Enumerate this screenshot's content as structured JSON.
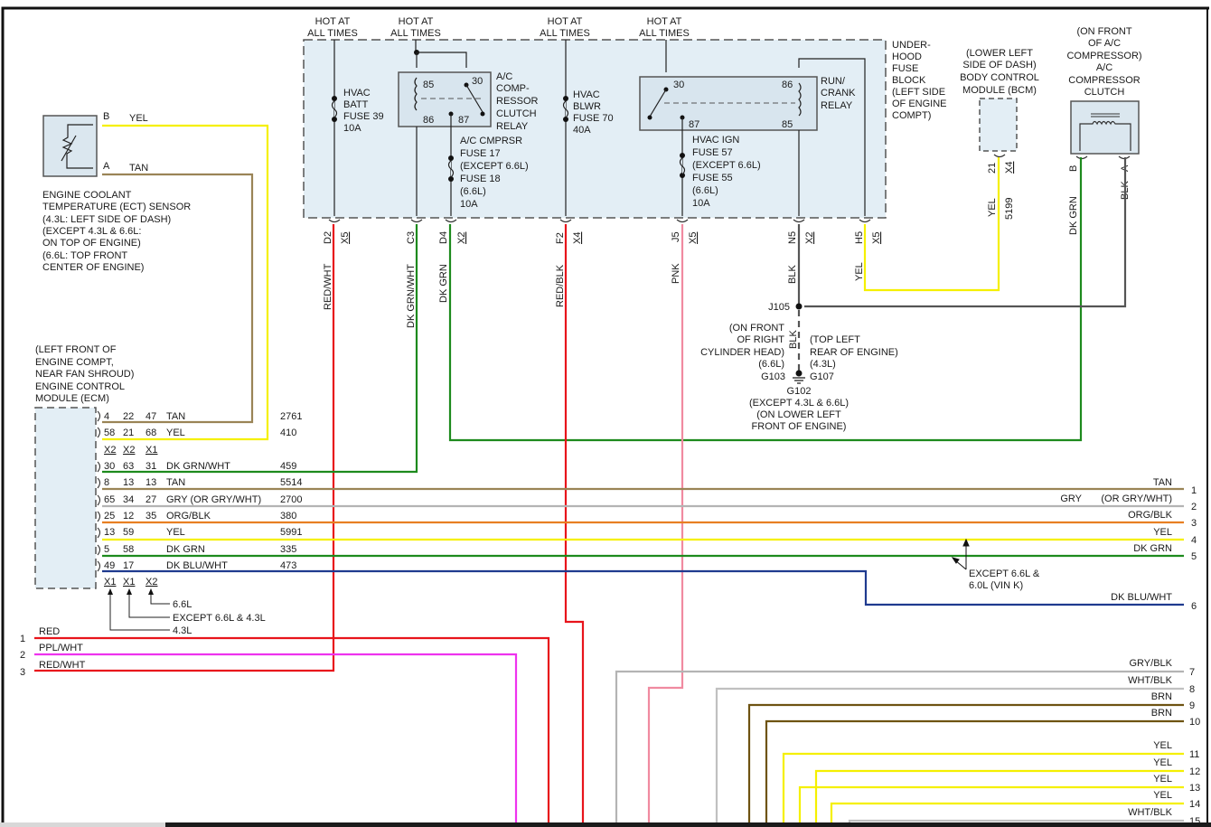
{
  "colors": {
    "red": "#e8141b",
    "yellow": "#f5f000",
    "tan": "#9a8456",
    "green": "#1d8a1d",
    "gray": "#b4b4b4",
    "orange": "#e87f22",
    "blue": "#1f3a8f",
    "pink": "#f08aa0",
    "magenta": "#ee33ee",
    "brown": "#6e5312",
    "black": "#555555",
    "fuse_block_fill": "#e3eef5"
  },
  "hot_labels": [
    {
      "line1": "HOT AT",
      "line2": "ALL TIMES"
    },
    {
      "line1": "HOT AT",
      "line2": "ALL TIMES"
    },
    {
      "line1": "HOT AT",
      "line2": "ALL TIMES"
    },
    {
      "line1": "HOT AT",
      "line2": "ALL TIMES"
    }
  ],
  "fuse_block": {
    "label": [
      "UNDER-",
      "HOOD",
      "FUSE",
      "BLOCK",
      "(LEFT SIDE",
      "OF ENGINE",
      "COMPT)"
    ]
  },
  "fuses": {
    "hvac_batt": [
      "HVAC",
      "BATT",
      "FUSE 39",
      "10A"
    ],
    "hvac_blwr": [
      "HVAC",
      "BLWR",
      "FUSE 70",
      "40A"
    ],
    "ac_cmprsr": [
      "A/C CMPRSR",
      "FUSE 17",
      "(EXCEPT 6.6L)",
      "FUSE 18",
      "(6.6L)",
      "10A"
    ],
    "hvac_ign": [
      "HVAC IGN",
      "FUSE 57",
      "(EXCEPT 6.6L)",
      "FUSE 55",
      "(6.6L)",
      "10A"
    ]
  },
  "relays": {
    "ac_clutch": {
      "label": [
        "A/C",
        "COMP-",
        "RESSOR",
        "CLUTCH",
        "RELAY"
      ],
      "pins": [
        "85",
        "30",
        "86",
        "87"
      ]
    },
    "run_crank": {
      "label": [
        "RUN/",
        "CRANK",
        "RELAY"
      ],
      "pins": [
        "30",
        "86",
        "87",
        "85"
      ]
    }
  },
  "fuse_block_pins": [
    {
      "pin": "D2",
      "conn": "X5",
      "wire": "RED/WHT"
    },
    {
      "pin": "C3",
      "conn": "",
      "wire": "DK GRN/WHT"
    },
    {
      "pin": "D4",
      "conn": "X2",
      "wire": "DK GRN"
    },
    {
      "pin": "F2",
      "conn": "X4",
      "wire": "RED/BLK"
    },
    {
      "pin": "J5",
      "conn": "X5",
      "wire": "PNK"
    },
    {
      "pin": "N5",
      "conn": "X2",
      "wire": "BLK"
    },
    {
      "pin": "H5",
      "conn": "X5",
      "wire": "YEL"
    }
  ],
  "bcm": {
    "label": [
      "(LOWER LEFT",
      "SIDE OF DASH)",
      "BODY CONTROL",
      "MODULE (BCM)"
    ],
    "pin": "21",
    "conn": "X4",
    "wire": "YEL",
    "circuit": "5199"
  },
  "compressor_clutch": {
    "label": [
      "(ON FRONT",
      "OF A/C",
      "COMPRESSOR)",
      "A/C",
      "COMPRESSOR",
      "CLUTCH"
    ],
    "pins": [
      {
        "pin": "B",
        "wire": "DK GRN"
      },
      {
        "pin": "A",
        "wire": "BLK"
      }
    ]
  },
  "ground": {
    "splice": "J105",
    "wire": "BLK",
    "left_note": [
      "(ON FRONT",
      "OF RIGHT",
      "CYLINDER HEAD)",
      "(6.6L)"
    ],
    "right_note": [
      "(TOP LEFT",
      "REAR OF ENGINE)",
      "(4.3L)"
    ],
    "g103": "G103",
    "g107": "G107",
    "g102": "G102",
    "bottom_note": [
      "(EXCEPT 4.3L & 6.6L)",
      "(ON LOWER LEFT",
      "FRONT OF ENGINE)"
    ]
  },
  "ect_sensor": {
    "pins": [
      {
        "pin": "B",
        "wire": "YEL"
      },
      {
        "pin": "A",
        "wire": "TAN"
      }
    ],
    "label": [
      "ENGINE COOLANT",
      "TEMPERATURE (ECT) SENSOR",
      "(4.3L: LEFT SIDE OF DASH)",
      "(EXCEPT 4.3L & 6.6L:",
      "ON TOP OF ENGINE)",
      "(6.6L: TOP FRONT",
      "CENTER OF ENGINE)"
    ]
  },
  "ecm": {
    "label": [
      "(LEFT FRONT OF",
      "ENGINE COMPT,",
      "NEAR FAN SHROUD)",
      "ENGINE CONTROL",
      "MODULE (ECM)"
    ],
    "top_rows": [
      {
        "p1": "4",
        "p2": "22",
        "p3": "47",
        "wire": "TAN",
        "circuit": "2761"
      },
      {
        "p1": "58",
        "p2": "21",
        "p3": "68",
        "wire": "YEL",
        "circuit": "410"
      }
    ],
    "top_conns": [
      "X2",
      "X2",
      "X1"
    ],
    "rows": [
      {
        "p1": "30",
        "p2": "63",
        "p3": "31",
        "wire": "DK GRN/WHT",
        "circuit": "459"
      },
      {
        "p1": "8",
        "p2": "13",
        "p3": "13",
        "wire": "TAN",
        "circuit": "5514"
      },
      {
        "p1": "65",
        "p2": "34",
        "p3": "27",
        "wire": "GRY  (OR GRY/WHT)",
        "circuit": "2700"
      },
      {
        "p1": "25",
        "p2": "12",
        "p3": "35",
        "wire": "ORG/BLK",
        "circuit": "380"
      },
      {
        "p1": "13",
        "p2": "59",
        "p3": "",
        "wire": "YEL",
        "circuit": "5991"
      },
      {
        "p1": "5",
        "p2": "58",
        "p3": "",
        "wire": "DK GRN",
        "circuit": "335"
      },
      {
        "p1": "49",
        "p2": "17",
        "p3": "",
        "wire": "DK BLU/WHT",
        "circuit": "473"
      }
    ],
    "bottom_conns": [
      "X1",
      "X1",
      "X2"
    ],
    "engine_notes": [
      "6.6L",
      "EXCEPT 6.6L & 4.3L",
      "4.3L"
    ]
  },
  "right_wires": [
    {
      "num": "1",
      "label": "TAN"
    },
    {
      "num": "2",
      "label": "GRY",
      "label2": "(OR GRY/WHT)"
    },
    {
      "num": "3",
      "label": "ORG/BLK"
    },
    {
      "num": "4",
      "label": "YEL"
    },
    {
      "num": "5",
      "label": "DK GRN"
    },
    {
      "num": "6",
      "label": "DK BLU/WHT"
    }
  ],
  "except_note": [
    "EXCEPT 6.6L &",
    "6.0L (VIN K)"
  ],
  "left_wires": [
    {
      "num": "1",
      "label": "RED"
    },
    {
      "num": "2",
      "label": "PPL/WHT"
    },
    {
      "num": "3",
      "label": "RED/WHT"
    }
  ],
  "lower_right_wires": [
    {
      "num": "7",
      "label": "GRY/BLK"
    },
    {
      "num": "8",
      "label": "WHT/BLK"
    },
    {
      "num": "9",
      "label": "BRN"
    },
    {
      "num": "10",
      "label": "BRN"
    },
    {
      "num": "11",
      "label": "YEL"
    },
    {
      "num": "12",
      "label": "YEL"
    },
    {
      "num": "13",
      "label": "YEL"
    },
    {
      "num": "14",
      "label": "YEL"
    },
    {
      "num": "15",
      "label": "WHT/BLK"
    }
  ]
}
